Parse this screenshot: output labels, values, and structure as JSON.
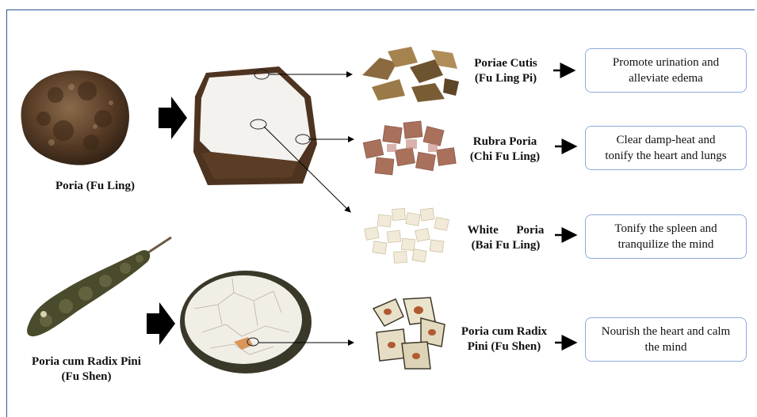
{
  "sources": [
    {
      "label": "Poria (Fu Ling)"
    },
    {
      "label": "Poria cum Radix Pini\n(Fu Shen)"
    }
  ],
  "products": [
    {
      "name": "Poriae Cutis\n(Fu Ling Pi)",
      "effect": "Promote urination and\nalleviate edema"
    },
    {
      "name": "Rubra Poria\n(Chi Fu Ling)",
      "effect": "Clear damp-heat and\ntonify the heart and lungs"
    },
    {
      "name": "White      Poria\n(Bai Fu Ling)",
      "effect": "Tonify the spleen and\ntranquilize the mind"
    },
    {
      "name": "Poria cum Radix\nPini (Fu Shen)",
      "effect": "Nourish the heart and calm\nthe mind"
    }
  ],
  "colors": {
    "frame": "#2f5597",
    "box_border": "#8faadc",
    "arrow": "#000000"
  }
}
